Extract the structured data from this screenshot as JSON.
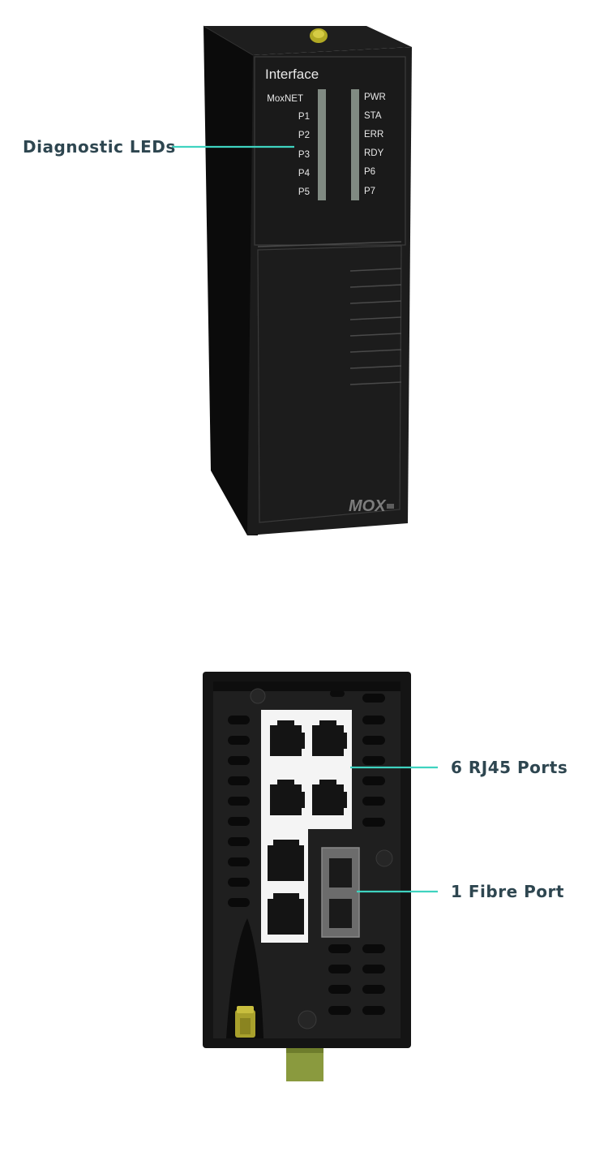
{
  "callouts": {
    "leds": "Diagnostic LEDs",
    "rj45": "6 RJ45 Ports",
    "fibre": "1 Fibre Port"
  },
  "front_panel": {
    "title": "Interface",
    "left_labels": [
      "MoxNET",
      "P1",
      "P2",
      "P3",
      "P4",
      "P5"
    ],
    "right_labels": [
      "PWR",
      "STA",
      "ERR",
      "RDY",
      "P6",
      "P7"
    ],
    "brand": "MOX"
  },
  "colors": {
    "callout_text": "#2e4650",
    "leader_line": "#3fd3c0",
    "housing": "#1b1b1b",
    "connector": "#8a9a3e"
  }
}
